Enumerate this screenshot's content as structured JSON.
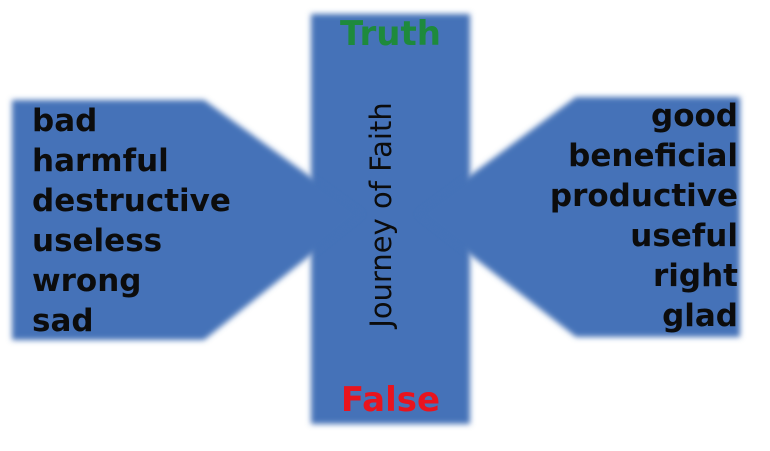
{
  "colors": {
    "shape_fill": "#4472b8",
    "text": "#0c0c0c",
    "truth": "#1e8a3c",
    "false": "#e8141e"
  },
  "center": {
    "title": "Journey of Faith",
    "top_label": "Truth",
    "bottom_label": "False"
  },
  "left_words": [
    "bad",
    "harmful",
    "destructive",
    "useless",
    "wrong",
    "sad"
  ],
  "right_words": [
    "good",
    "beneficial",
    "productive",
    "useful",
    "right",
    "glad"
  ]
}
